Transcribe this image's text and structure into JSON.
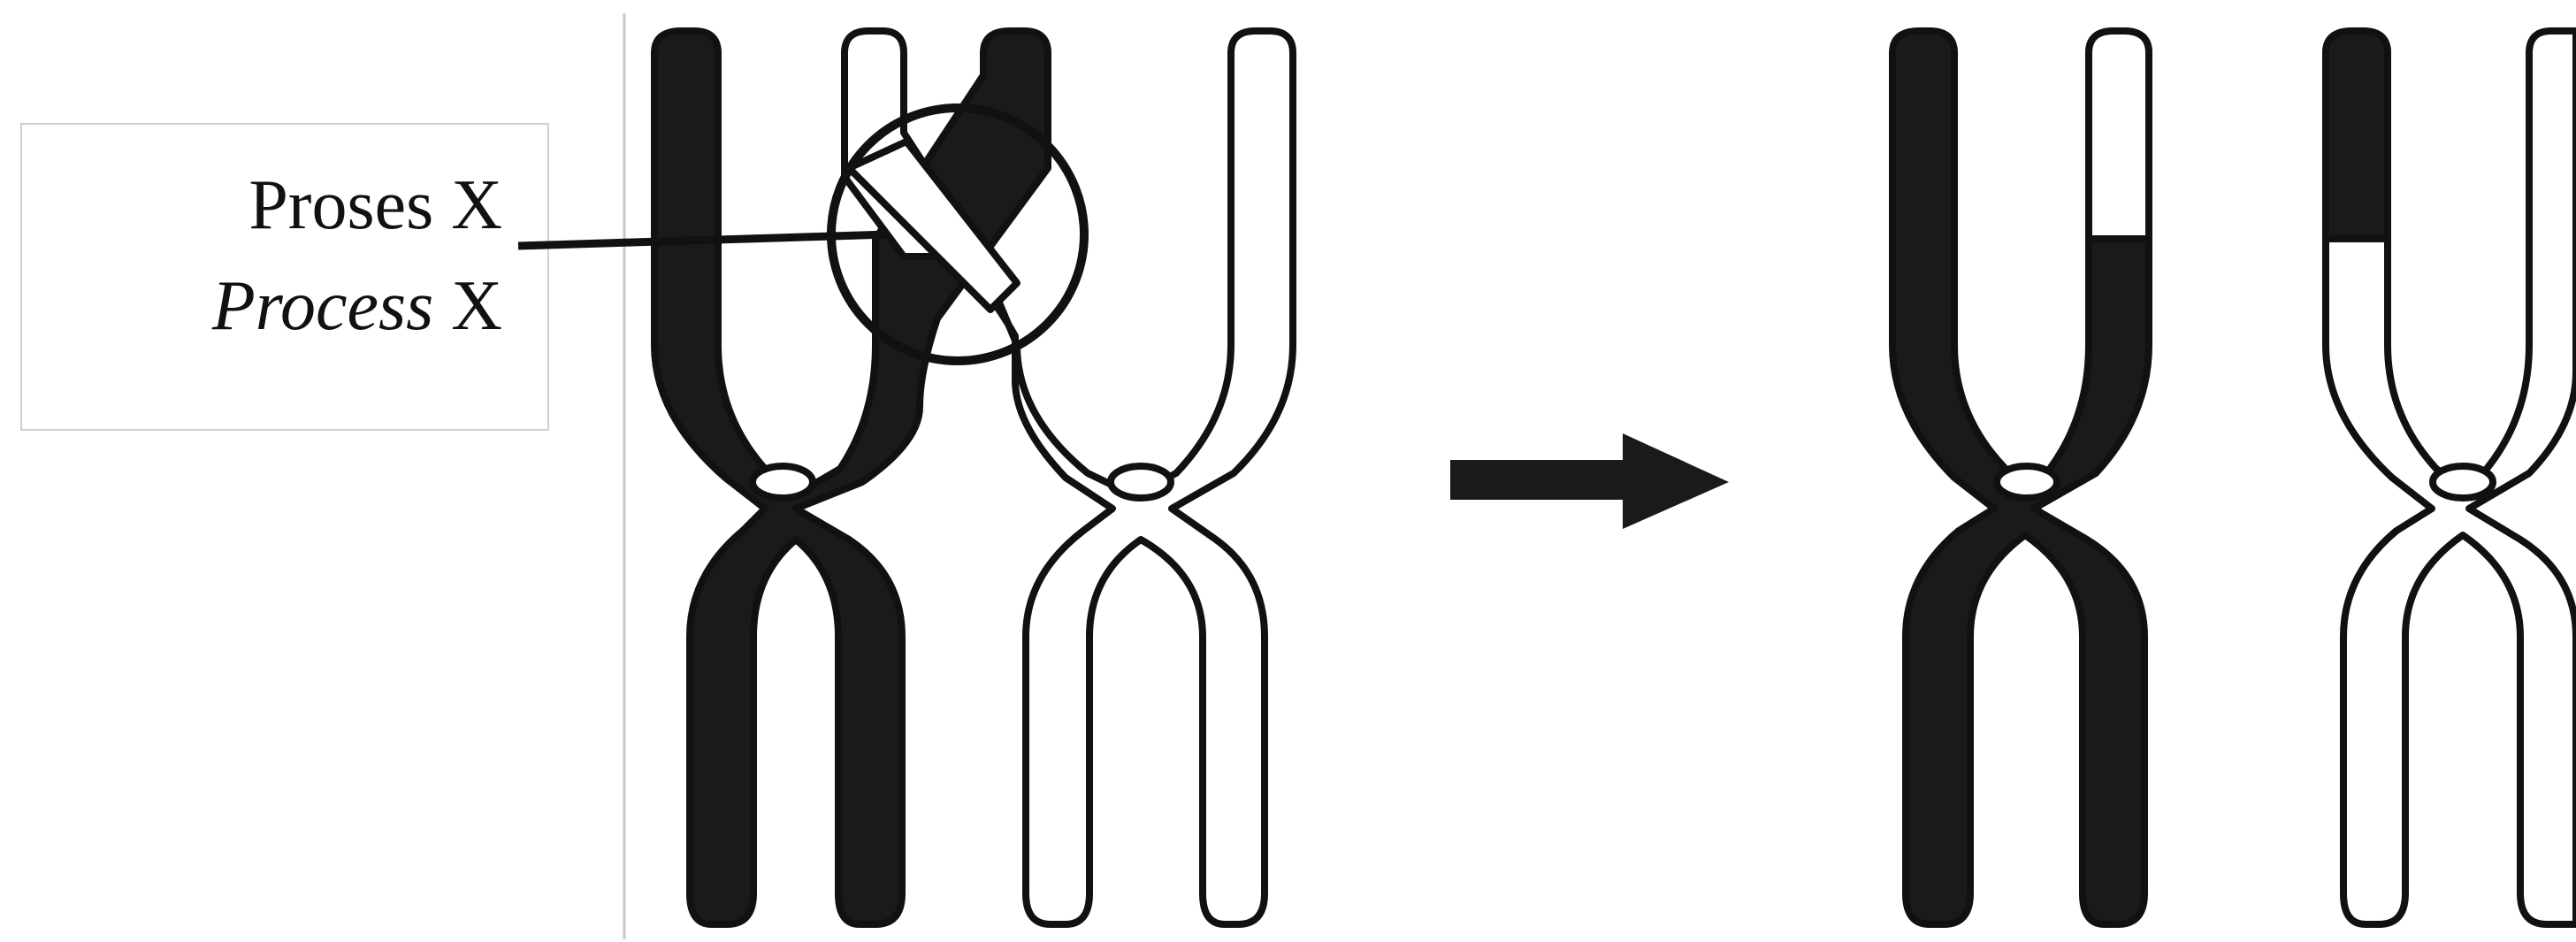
{
  "label": {
    "line1": "Proses X",
    "line2_italic": "Process",
    "line2_suffix": " X"
  },
  "colors": {
    "dark": "#1a1a1a",
    "light": "#ffffff",
    "outline": "#111111",
    "frame": "#c8c8c8"
  }
}
